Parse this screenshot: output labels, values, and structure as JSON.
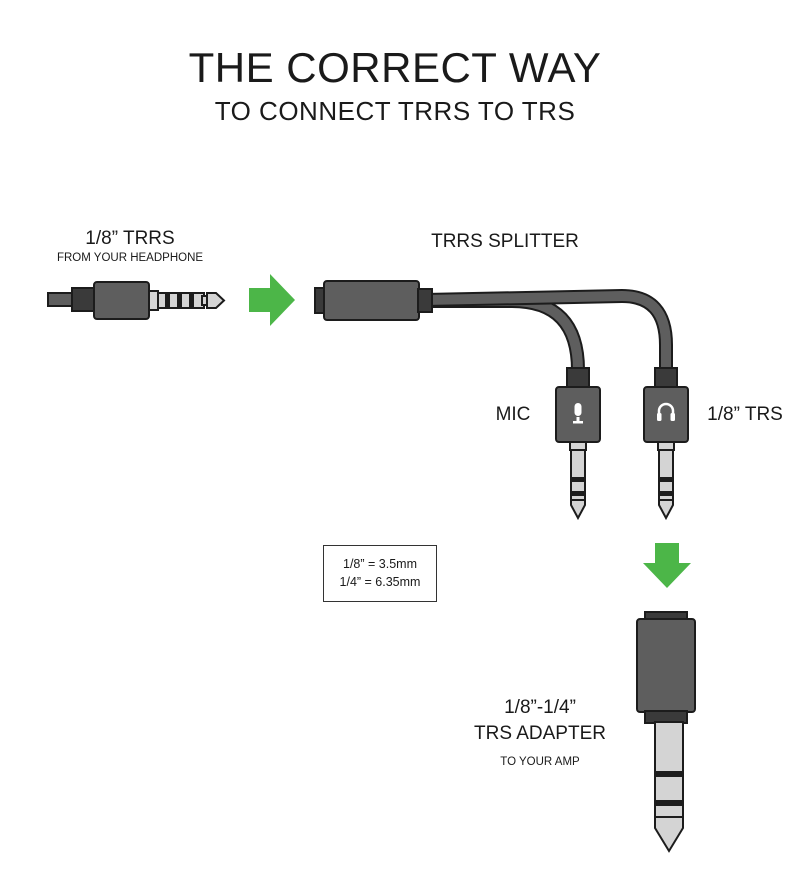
{
  "header": {
    "title": "THE CORRECT WAY",
    "subtitle": "TO CONNECT TRRS TO TRS"
  },
  "headphone_plug": {
    "label": "1/8” TRRS",
    "sublabel": "FROM YOUR HEADPHONE"
  },
  "splitter": {
    "label": "TRRS SPLITTER",
    "mic_label": "MIC",
    "trs_label": "1/8” TRS"
  },
  "conversion": {
    "line1": "1/8” = 3.5mm",
    "line2": "1/4” = 6.35mm"
  },
  "adapter": {
    "label_line1": "1/8”-1/4”",
    "label_line2": "TRS ADAPTER",
    "sublabel": "TO YOUR AMP"
  },
  "colors": {
    "arrow": "#4cb648",
    "connector": "#5e5e5e",
    "outline": "#1c1c1c",
    "metal": "#d4d4d4"
  },
  "icons": [
    "mic-icon",
    "headphone-icon",
    "right-arrow-icon",
    "down-arrow-icon"
  ]
}
